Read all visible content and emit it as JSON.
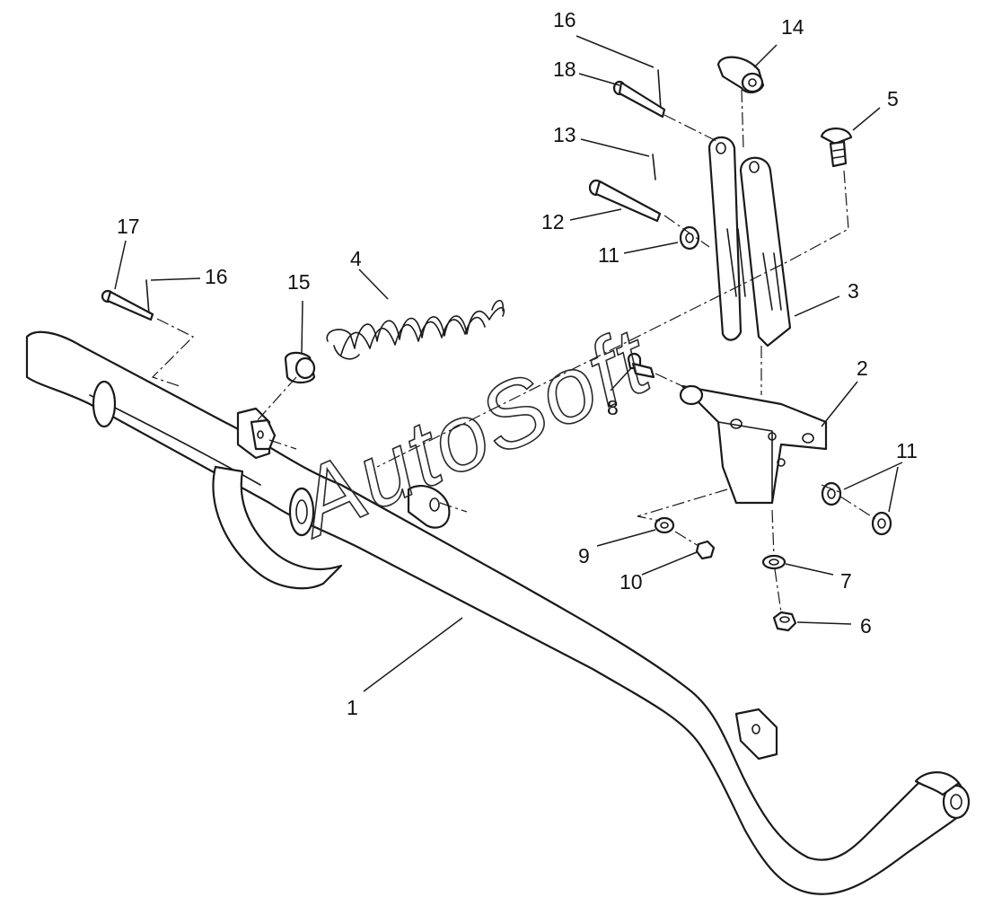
{
  "watermark": "AutoSoft",
  "callouts": {
    "c1": "1",
    "c2": "2",
    "c3": "3",
    "c4": "4",
    "c5": "5",
    "c6": "6",
    "c7": "7",
    "c8": "8",
    "c9": "9",
    "c10": "10",
    "c11a": "11",
    "c11b": "11",
    "c12": "12",
    "c13": "13",
    "c14": "14",
    "c15": "15",
    "c16a": "16",
    "c16b": "16",
    "c17": "17",
    "c18": "18"
  }
}
